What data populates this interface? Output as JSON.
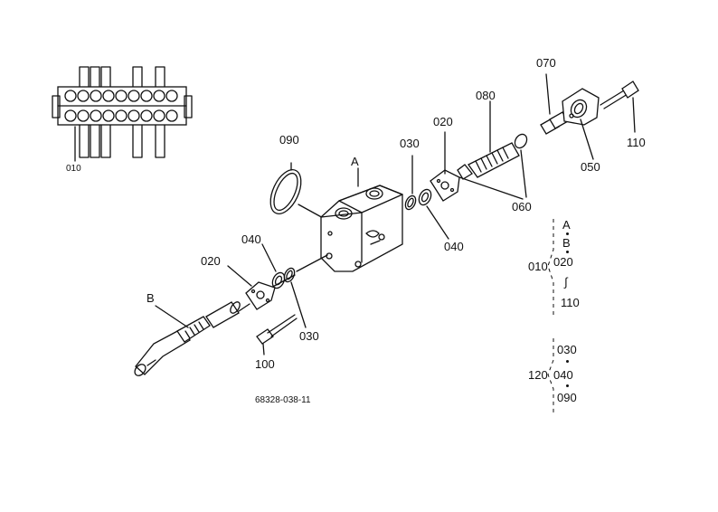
{
  "diagram": {
    "part_labels": {
      "p010_assembly": "010",
      "p090": "090",
      "pA": "A",
      "p030_top": "030",
      "p020_top": "020",
      "p080": "080",
      "p070": "070",
      "p110": "110",
      "p050": "050",
      "p060": "060",
      "p040_right": "040",
      "p040_left": "040",
      "p020_left": "020",
      "pB": "B",
      "p030_bottom": "030",
      "p100": "100"
    },
    "drawing_number": "68328-038-11",
    "legend_group1": {
      "top": "A",
      "second": "B",
      "parent": "010",
      "third": "020",
      "range_symbol": "∫",
      "last": "110"
    },
    "legend_group2": {
      "parent": "120",
      "first": "030",
      "second": "040",
      "third": "090"
    }
  }
}
